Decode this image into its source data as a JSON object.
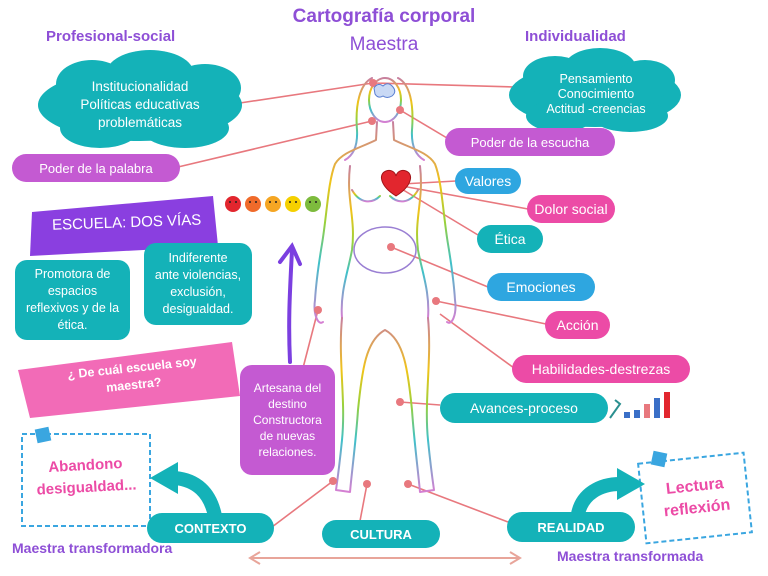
{
  "header": {
    "title": "Cartografía corporal",
    "subtitle": "Maestra"
  },
  "sides": {
    "left": "Profesional-social",
    "right": "Individualidad"
  },
  "clouds": {
    "left": [
      "Institucionalidad",
      "Políticas educativas",
      "problemáticas"
    ],
    "right": [
      "Pensamiento",
      "Conocimiento",
      "Actitud -creencias"
    ]
  },
  "labels": {
    "palabra": "Poder de la palabra",
    "escucha": "Poder de la escucha",
    "valores": "Valores",
    "dolor": "Dolor social",
    "etica": "Ética",
    "emociones": "Emociones",
    "accion": "Acción",
    "habilidades": "Habilidades-destrezas",
    "avances": "Avances-proceso",
    "contexto": "CONTEXTO",
    "cultura": "CULTURA",
    "realidad": "REALIDAD"
  },
  "escuela": {
    "banner": "ESCUELA: DOS VÍAS",
    "box_left": [
      "Promotora de",
      "espacios",
      "reflexivos y de la",
      "ética."
    ],
    "box_right": [
      "Indiferente",
      "ante violencias,",
      "exclusión,",
      "desigualdad."
    ],
    "question": [
      "¿ De cuál escuela soy",
      "maestra?"
    ]
  },
  "artesana": [
    "Artesana del",
    "destino",
    "Constructora",
    "de nuevas",
    "relaciones."
  ],
  "notes": {
    "left": [
      "Abandono",
      "desigualdad..."
    ],
    "right": [
      "Lectura",
      "reflexión"
    ]
  },
  "footer": {
    "left": "Maestra transformadora",
    "right": "Maestra transformada"
  },
  "emojis": [
    "angry",
    "sad",
    "neutral",
    "happy",
    "smile"
  ],
  "colors": {
    "purple": "#8e4fd6",
    "teal": "#14b2b8",
    "blue": "#2ea6e0",
    "pink": "#ec4ba6",
    "violet": "#c45ad2",
    "connector": "#e8787e"
  }
}
